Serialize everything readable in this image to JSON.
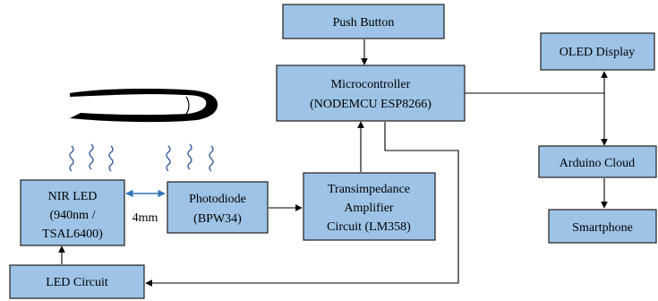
{
  "colors": {
    "box_fill": "#9dc3e6",
    "box_stroke": "#1f1f1f",
    "line": "#000000",
    "double_arrow": "#2e75b6",
    "wave": "#2f5597"
  },
  "blocks": {
    "push_button": {
      "label": "Push Button"
    },
    "microcontroller": {
      "line1": "Microcontroller",
      "line2": "(NODEMCU ESP8266)"
    },
    "oled": {
      "label": "OLED Display"
    },
    "arduino_cloud": {
      "label": "Arduino Cloud"
    },
    "smartphone": {
      "label": "Smartphone"
    },
    "nir_led": {
      "line1": "NIR LED",
      "line2": "(940nm /",
      "line3": "TSAL6400)"
    },
    "photodiode": {
      "line1": "Photodiode",
      "line2": "(BPW34)"
    },
    "amplifier": {
      "line1": "Transimpedance",
      "line2": "Amplifier",
      "line3": "Circuit (LM358)"
    },
    "led_circuit": {
      "label": "LED Circuit"
    }
  },
  "annotations": {
    "distance": "4mm"
  },
  "icons": {
    "finger": "finger-icon",
    "light_waves": "light-wave-icon"
  }
}
